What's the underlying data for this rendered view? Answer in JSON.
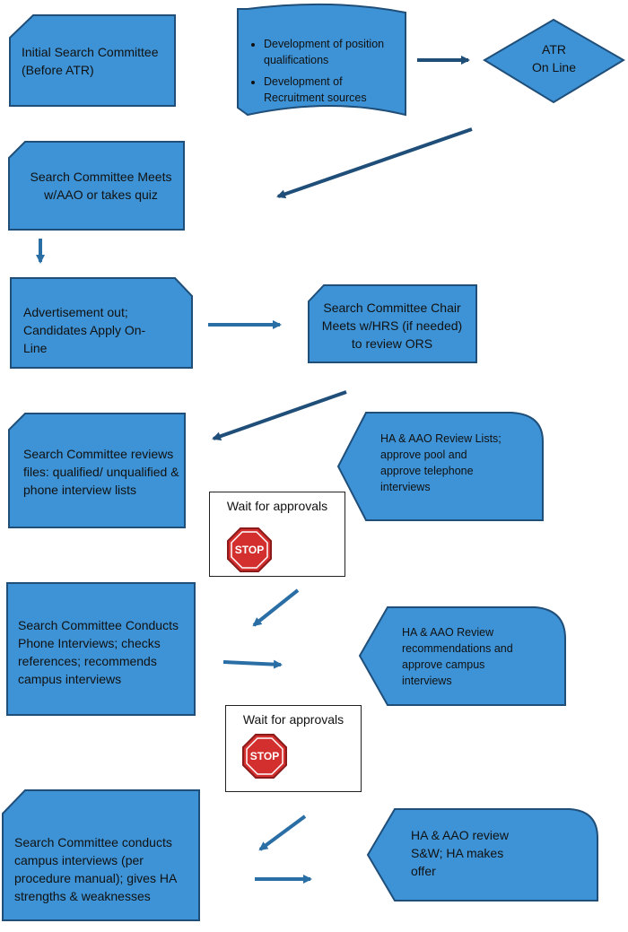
{
  "nodes": {
    "initial_search_committee": "Initial Search Committee (Before ATR)",
    "development_items": [
      "Development of position qualifications",
      "Development of Recruitment sources"
    ],
    "atr_online": [
      "ATR",
      "On Line"
    ],
    "meets_aao": "Search Committee Meets w/AAO or takes quiz",
    "advertisement": "Advertisement out; Candidates Apply On-Line",
    "chair_meets_hrs": "Search Committee Chair Meets w/HRS (if needed) to review ORS",
    "reviews_files": "Search Committee reviews files: qualified/ unqualified & phone interview lists",
    "ha_review_lists": "HA & AAO Review Lists; approve pool and approve telephone interviews",
    "phone_interviews": "Search Committee Conducts Phone Interviews; checks references; recommends campus interviews",
    "ha_review_recommendations": "HA & AAO Review recommendations and approve campus interviews",
    "campus_interviews": "Search Committee conducts campus interviews (per procedure manual); gives HA strengths & weaknesses",
    "ha_makes_offer": "HA & AAO review S&W; HA makes offer"
  },
  "waits": [
    {
      "text": "Wait for approvals",
      "sign": "STOP"
    },
    {
      "text": "Wait for approvals",
      "sign": "STOP"
    }
  ],
  "colors": {
    "shape_fill": "#3d93d6",
    "shape_stroke": "#1f4e79",
    "arrow": "#2a6ea6",
    "arrow_dark": "#1f4e79",
    "stop_red": "#d32f2f"
  }
}
